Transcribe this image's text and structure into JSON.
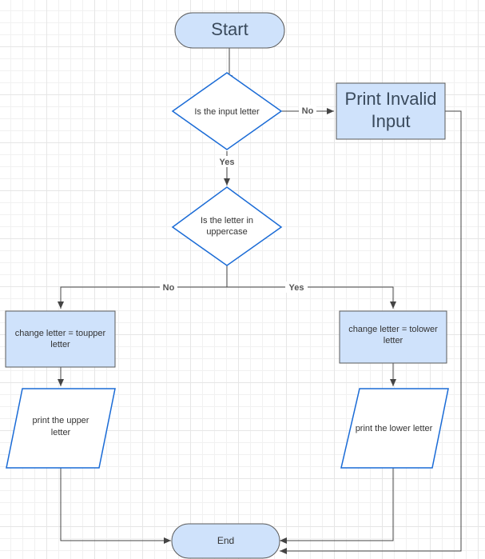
{
  "diagram": {
    "nodes": {
      "start": {
        "label": "Start"
      },
      "check_letter": {
        "label": "Is the input letter"
      },
      "print_invalid": {
        "label_lines": [
          "Print Invalid",
          "Input"
        ]
      },
      "check_upper": {
        "label_lines": [
          "Is the letter in",
          "uppercase"
        ]
      },
      "to_upper": {
        "label_lines": [
          "change letter =  toupper",
          "letter"
        ]
      },
      "to_lower": {
        "label_lines": [
          "change letter = tolower",
          "letter"
        ]
      },
      "print_upper": {
        "label_lines": [
          "print the upper",
          "letter"
        ]
      },
      "print_lower": {
        "label": "print the lower letter"
      },
      "end": {
        "label": "End"
      }
    },
    "edges": {
      "letter_no": {
        "label": "No"
      },
      "letter_yes": {
        "label": "Yes"
      },
      "upper_no": {
        "label": "No"
      },
      "upper_yes": {
        "label": "Yes"
      }
    },
    "colors": {
      "fill": "#cfe2fb",
      "stroke": "#5a5a5a",
      "decision_stroke": "#1a6bd6",
      "line": "#444444"
    }
  }
}
